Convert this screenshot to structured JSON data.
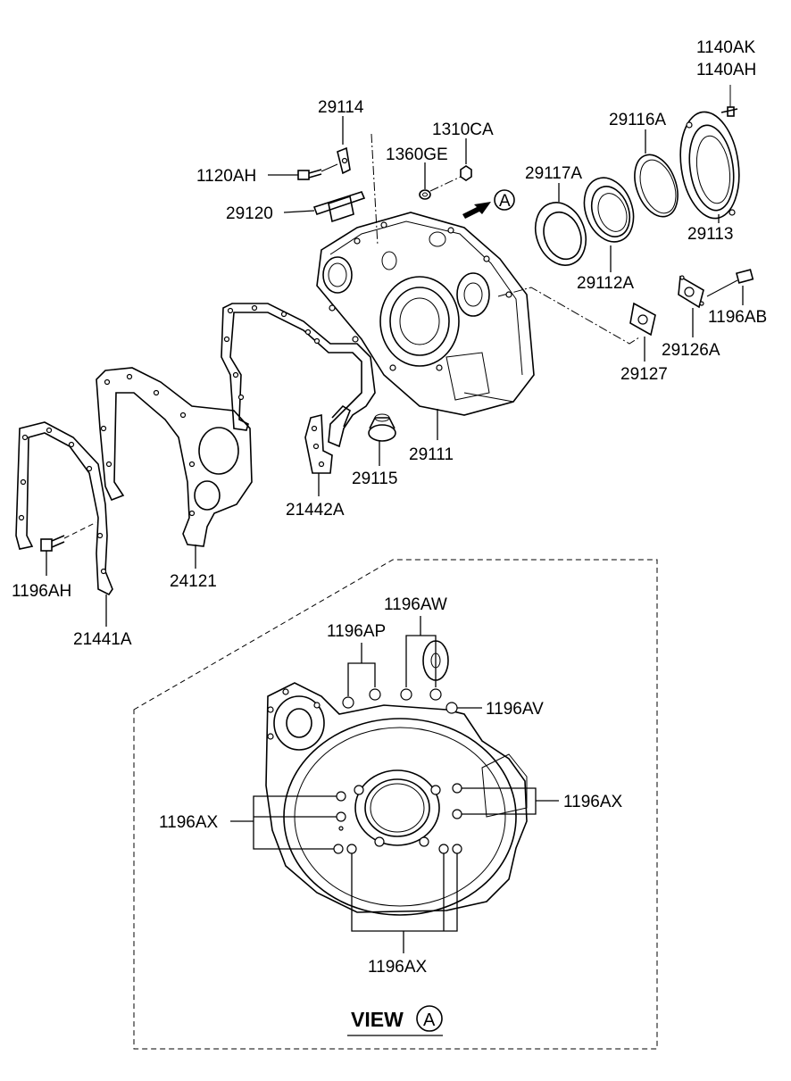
{
  "labels": {
    "p1140AK": "1140AK",
    "p1140AH": "1140AH",
    "p29114": "29114",
    "p1310CA": "1310CA",
    "p29116A": "29116A",
    "p1360GE": "1360GE",
    "p1120AH": "1120AH",
    "p29117A": "29117A",
    "p29120": "29120",
    "p29113": "29113",
    "p29112A": "29112A",
    "p1196AB": "1196AB",
    "p29126A": "29126A",
    "p29127": "29127",
    "p29111": "29111",
    "p29115": "29115",
    "p21442A": "21442A",
    "p24121": "24121",
    "p1196AH": "1196AH",
    "p21441A": "21441A",
    "p1196AW": "1196AW",
    "p1196AP": "1196AP",
    "p1196AV": "1196AV",
    "p1196AX_right": "1196AX",
    "p1196AX_left": "1196AX",
    "p1196AX_bottom": "1196AX"
  },
  "view": {
    "title": "VIEW",
    "marker": "A"
  },
  "arrow_marker": "A"
}
